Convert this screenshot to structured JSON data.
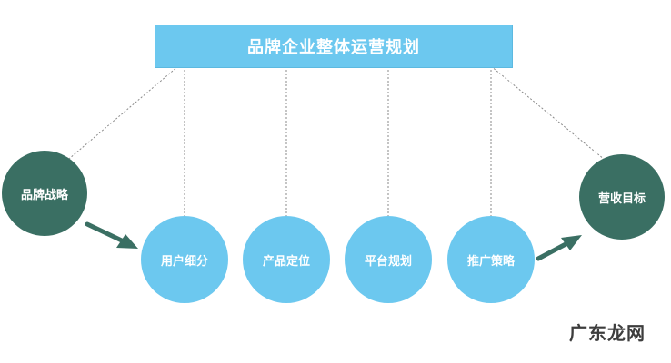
{
  "title": "品牌企业整体运营规划",
  "start_node": {
    "label": "品牌战略"
  },
  "end_node": {
    "label": "营收目标"
  },
  "steps": [
    {
      "label": "用户细分"
    },
    {
      "label": "产品定位"
    },
    {
      "label": "平台规划"
    },
    {
      "label": "推广策略"
    }
  ],
  "watermark": "广东龙网",
  "colors": {
    "title_bar": "#6cc8ef",
    "step_circle": "#6cc8ef",
    "endpoint_circle": "#3a6f63",
    "arrow": "#3a6f63",
    "connector_line": "#8a8a8a"
  }
}
